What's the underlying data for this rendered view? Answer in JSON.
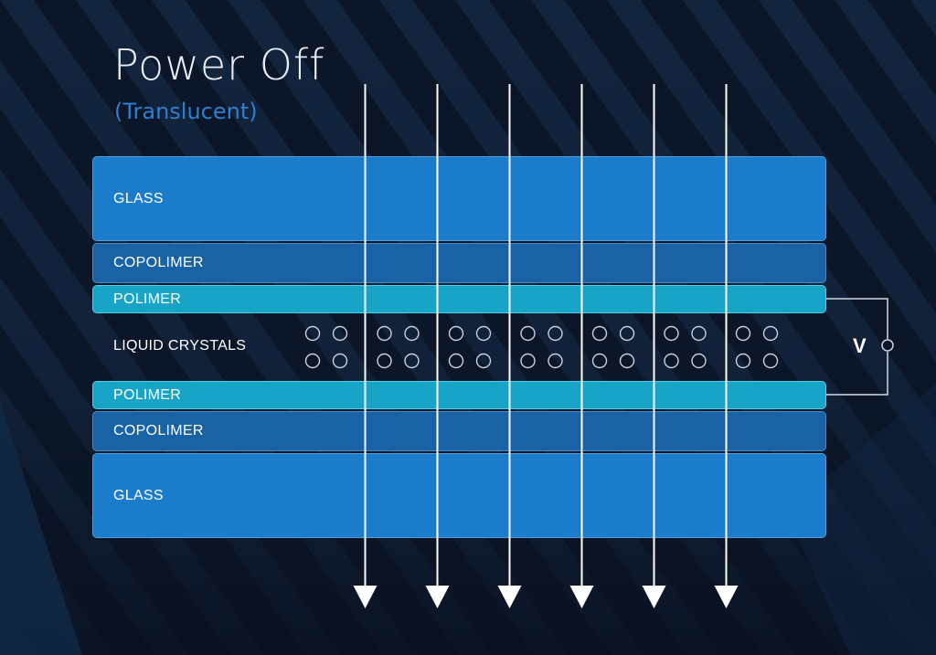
{
  "title": "Power Off",
  "subtitle": "(Translucent)",
  "layers": [
    {
      "label": "GLASS"
    },
    {
      "label": "COPOLIMER"
    },
    {
      "label": "POLIMER"
    },
    {
      "label": "POLIMER"
    },
    {
      "label": "COPOLIMER"
    },
    {
      "label": "GLASS"
    }
  ],
  "liquid_crystals_label": "LIQUID CRYSTALS",
  "voltage_label": "V",
  "light_ray_count": 6,
  "crystal_groups": 7,
  "colors": {
    "background": "#0b1628",
    "glass": "#1c7ccc",
    "copolimer": "#1862a5",
    "polimer": "#18a4c7",
    "title": "#e9eef6",
    "subtitle": "#2f7fd0"
  }
}
